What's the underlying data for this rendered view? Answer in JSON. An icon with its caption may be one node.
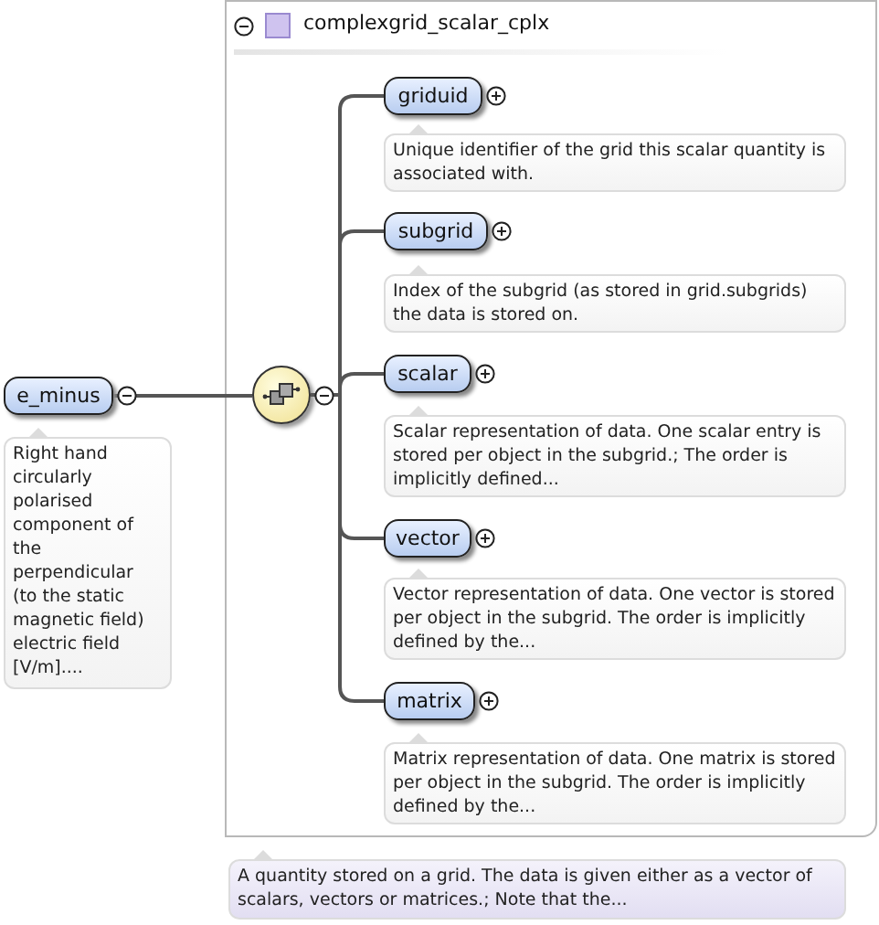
{
  "diagram": {
    "nodes": [
      {
        "text": [
          "e_minus"
        ],
        "beside": [
          "Right hand circularly polarised component of the perpendicular (to the static magnetic field) electric field [V/m]...."
        ]
      },
      {
        "text": [
          "complexgrid_scalar_cplx"
        ],
        "beside": [
          "A quantity stored on a grid. The data is given either as a vector of scalars, vectors or matrices.; Note that the..."
        ]
      },
      {
        "text": [],
        "shape": "circle",
        "in": 1
      },
      {
        "text": [
          "griduid"
        ],
        "in": 1,
        "beside": [
          "Unique identifier of the grid this scalar quantity is associated with."
        ]
      },
      {
        "text": [
          "subgrid"
        ],
        "in": 1,
        "beside": [
          "Index of the subgrid (as stored in grid.subgrids) the data is stored on."
        ]
      },
      {
        "text": [
          "scalar"
        ],
        "in": 1,
        "beside": [
          "Scalar representation of data. One scalar entry is stored per object in the subgrid.; The order is implicitly defined..."
        ]
      },
      {
        "text": [
          "vector"
        ],
        "in": 1,
        "beside": [
          "Vector representation of data. One vector is stored per object in the subgrid. The order is implicitly defined by the..."
        ]
      },
      {
        "text": [
          "matrix"
        ],
        "in": 1,
        "beside": [
          "Matrix representation of data. One matrix is stored per object in the subgrid. The order is implicitly defined by the..."
        ]
      }
    ],
    "edges": [
      {
        "from": 0,
        "to": 2,
        "arrow": "none"
      },
      {
        "from": 2,
        "to": 3,
        "arrow": "none"
      },
      {
        "from": 2,
        "to": 4,
        "arrow": "none"
      },
      {
        "from": 2,
        "to": 5,
        "arrow": "none"
      },
      {
        "from": 2,
        "to": 6,
        "arrow": "none"
      },
      {
        "from": 2,
        "to": 7,
        "arrow": "none"
      }
    ]
  }
}
